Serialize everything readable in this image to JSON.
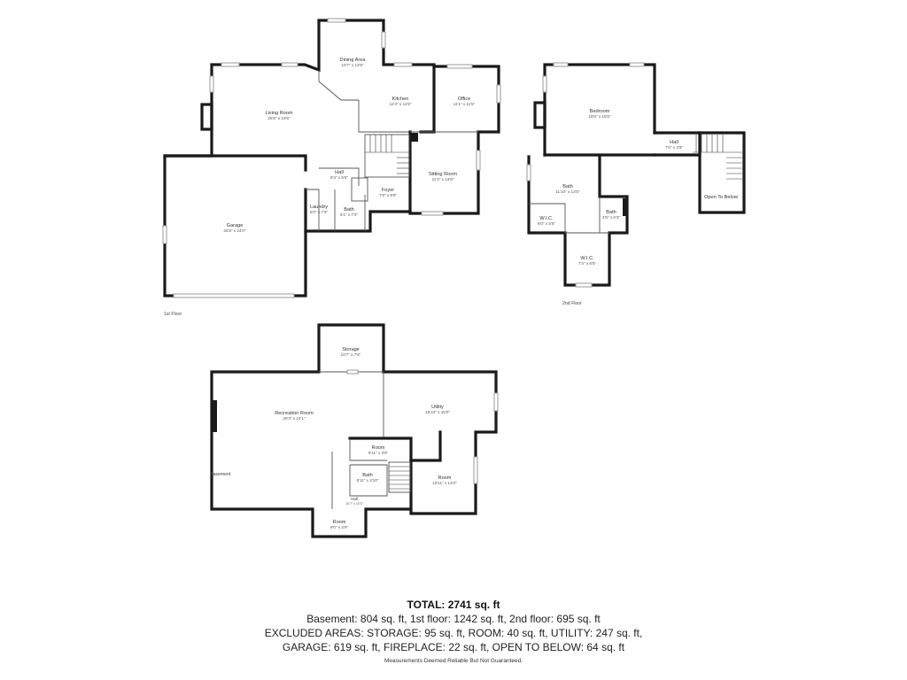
{
  "floors": {
    "first": "1st Floor",
    "second": "2nd Floor",
    "basement": "Basement"
  },
  "rooms": {
    "dining": {
      "name": "Dining Area",
      "dim": "10'7\" x 13'8\""
    },
    "living": {
      "name": "Living Room",
      "dim": "25'6\" x 15'5\""
    },
    "kitchen": {
      "name": "Kitchen",
      "dim": "12'4\" x 11'5\""
    },
    "office": {
      "name": "Office",
      "dim": "11'1\" x 11'5\""
    },
    "hall1": {
      "name": "Hall",
      "dim": "9'4\" x 5'6\""
    },
    "sitting": {
      "name": "Sitting Room",
      "dim": "11'4\" x 13'8\""
    },
    "foyer": {
      "name": "Foyer",
      "dim": "7'8\" x 9'8\""
    },
    "laundry": {
      "name": "Laundry",
      "dim": "5'0\" x 7'3\""
    },
    "bath1": {
      "name": "Bath",
      "dim": "5'1\" x 7'3\""
    },
    "garage": {
      "name": "Garage",
      "dim": "25'5\" x 24'0\""
    },
    "bedroom": {
      "name": "Bedroom",
      "dim": "18'6\" x 15'5\""
    },
    "hall2": {
      "name": "Hall",
      "dim": "7'0\" x 3'8\""
    },
    "open_below": {
      "name": "Open To Below",
      "dim": ""
    },
    "bath2": {
      "name": "Bath",
      "dim": "11'10\" x 13'5\""
    },
    "bath3": {
      "name": "Bath",
      "dim": "4'8\" x 6'3\""
    },
    "wic1": {
      "name": "W.I.C.",
      "dim": "6'0\" x 5'5\""
    },
    "wic2": {
      "name": "W.I.C.",
      "dim": "7'4\" x 8'5\""
    },
    "storage": {
      "name": "Storage",
      "dim": "10'7\" x 7'8\""
    },
    "recreation": {
      "name": "Recreation Room",
      "dim": "29'4\" x 14'1\""
    },
    "utility": {
      "name": "Utility",
      "dim": "19'10\" x 15'0\""
    },
    "room_small": {
      "name": "Room",
      "dim": "9'11\" x 3'9\""
    },
    "bath_b": {
      "name": "Bath",
      "dim": "5'11\" x 4'10\""
    },
    "room_b": {
      "name": "Room",
      "dim": "10'11\" x 14'0\""
    },
    "hall_b": {
      "name": "Hall",
      "dim": "10'7\" x 10'3\""
    },
    "room_bottom": {
      "name": "Room",
      "dim": "9'0\" x 3'9\""
    }
  },
  "totals": {
    "heading": "TOTAL: 2741 sq. ft",
    "line1": "Basement: 804 sq. ft, 1st floor: 1242 sq. ft, 2nd floor: 695 sq. ft",
    "line2": "EXCLUDED AREAS: STORAGE: 95 sq. ft, ROOM: 40 sq. ft, UTILITY: 247 sq. ft,",
    "line3": "GARAGE: 619 sq. ft, FIREPLACE: 22 sq. ft, OPEN TO BELOW: 64 sq. ft",
    "note": "Measurements Deemed Reliable But Not Guaranteed."
  }
}
